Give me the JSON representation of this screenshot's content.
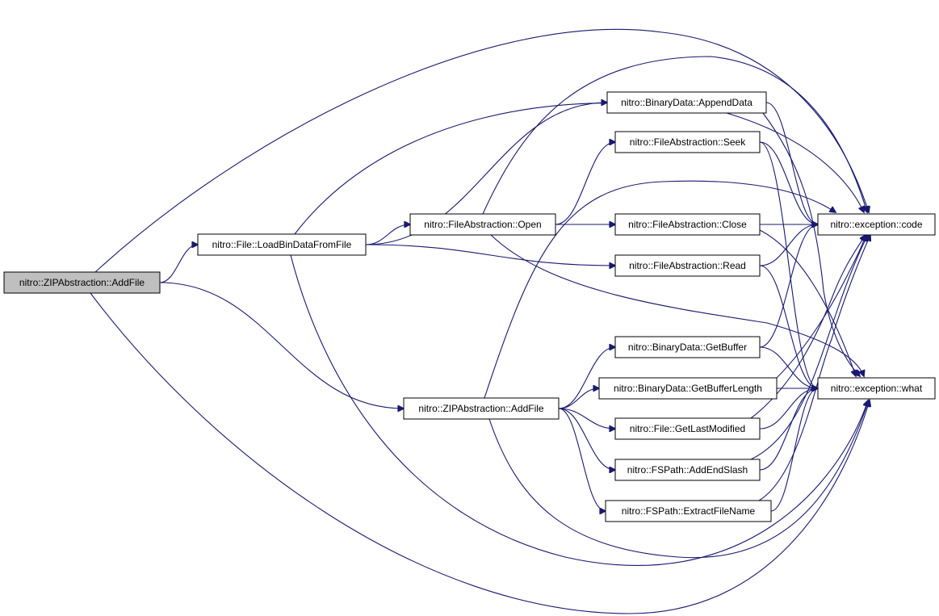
{
  "graph": {
    "edge_color": "#191970",
    "root_fill": "#bfbfbf",
    "node_fill": "#ffffff",
    "nodes": [
      {
        "id": "root",
        "label": "nitro::ZIPAbstraction::AddFile"
      },
      {
        "id": "loadbin",
        "label": "nitro::File::LoadBinDataFromFile"
      },
      {
        "id": "zipadd",
        "label": "nitro::ZIPAbstraction::AddFile"
      },
      {
        "id": "open",
        "label": "nitro::FileAbstraction::Open"
      },
      {
        "id": "append",
        "label": "nitro::BinaryData::AppendData"
      },
      {
        "id": "seek",
        "label": "nitro::FileAbstraction::Seek"
      },
      {
        "id": "close",
        "label": "nitro::FileAbstraction::Close"
      },
      {
        "id": "read",
        "label": "nitro::FileAbstraction::Read"
      },
      {
        "id": "getbuffer",
        "label": "nitro::BinaryData::GetBuffer"
      },
      {
        "id": "getbufferlen",
        "label": "nitro::BinaryData::GetBufferLength"
      },
      {
        "id": "lastmod",
        "label": "nitro::File::GetLastModified"
      },
      {
        "id": "endslash",
        "label": "nitro::FSPath::AddEndSlash"
      },
      {
        "id": "extract",
        "label": "nitro::FSPath::ExtractFileName"
      },
      {
        "id": "code",
        "label": "nitro::exception::code"
      },
      {
        "id": "what",
        "label": "nitro::exception::what"
      }
    ],
    "edges": [
      [
        "root",
        "loadbin"
      ],
      [
        "root",
        "zipadd"
      ],
      [
        "root",
        "code"
      ],
      [
        "root",
        "what"
      ],
      [
        "loadbin",
        "open"
      ],
      [
        "loadbin",
        "append"
      ],
      [
        "loadbin",
        "read"
      ],
      [
        "loadbin",
        "code"
      ],
      [
        "loadbin",
        "what"
      ],
      [
        "open",
        "seek"
      ],
      [
        "open",
        "close"
      ],
      [
        "open",
        "code"
      ],
      [
        "open",
        "what"
      ],
      [
        "append",
        "code"
      ],
      [
        "append",
        "what"
      ],
      [
        "seek",
        "code"
      ],
      [
        "seek",
        "what"
      ],
      [
        "close",
        "code"
      ],
      [
        "close",
        "what"
      ],
      [
        "read",
        "code"
      ],
      [
        "read",
        "what"
      ],
      [
        "zipadd",
        "getbuffer"
      ],
      [
        "zipadd",
        "getbufferlen"
      ],
      [
        "zipadd",
        "lastmod"
      ],
      [
        "zipadd",
        "endslash"
      ],
      [
        "zipadd",
        "extract"
      ],
      [
        "zipadd",
        "code"
      ],
      [
        "zipadd",
        "what"
      ],
      [
        "getbuffer",
        "code"
      ],
      [
        "getbuffer",
        "what"
      ],
      [
        "getbufferlen",
        "code"
      ],
      [
        "getbufferlen",
        "what"
      ],
      [
        "lastmod",
        "code"
      ],
      [
        "lastmod",
        "what"
      ],
      [
        "endslash",
        "code"
      ],
      [
        "endslash",
        "what"
      ],
      [
        "extract",
        "code"
      ],
      [
        "extract",
        "what"
      ]
    ]
  }
}
